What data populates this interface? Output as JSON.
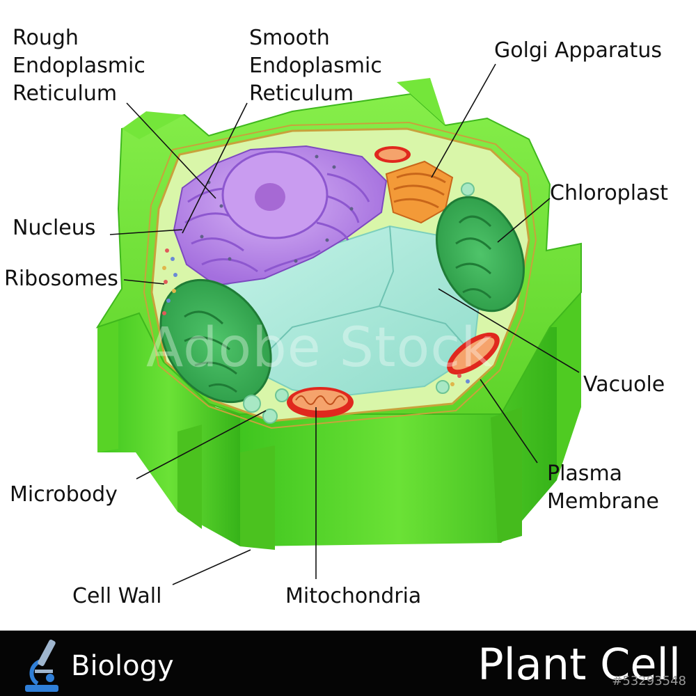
{
  "labels": {
    "rough_er": [
      "Rough",
      "Endoplasmic",
      "Reticulum"
    ],
    "smooth_er": [
      "Smooth",
      "Endoplasmic",
      "Reticulum"
    ],
    "golgi": "Golgi Apparatus",
    "chloroplast": "Chloroplast",
    "nucleus": "Nucleus",
    "ribosomes": "Ribosomes",
    "vacuole": "Vacuole",
    "plasma_membrane": [
      "Plasma",
      "Membrane"
    ],
    "microbody": "Microbody",
    "cell_wall": "Cell Wall",
    "mitochondria": "Mitochondria"
  },
  "footer": {
    "subject": "Biology",
    "title": "Plant Cell",
    "stock_id": "#53293548"
  },
  "watermark": "Adobe Stock",
  "colors": {
    "cell_wall": "#5fd82a",
    "cell_wall_dark": "#3cb61c",
    "cytoplasm": "#d8f5a8",
    "membrane": "#c8a23c",
    "nucleus": "#b583e6",
    "nucleus_dark": "#8e5ad0",
    "vacuole": "#a9e8da",
    "chloroplast": "#46b65a",
    "golgi": "#f08a2c",
    "mitochondria": "#e0281e",
    "footer_bg": "#050505"
  }
}
